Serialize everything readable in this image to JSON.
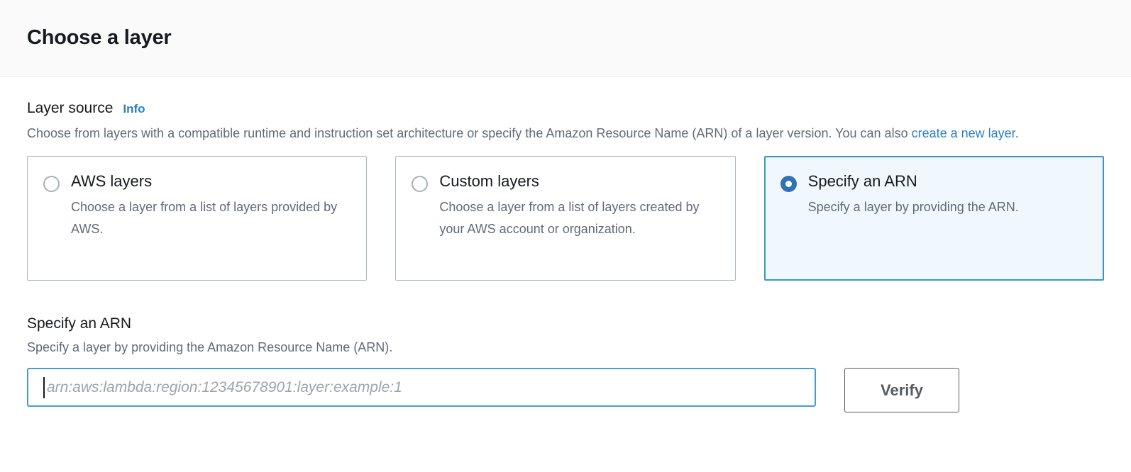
{
  "modal": {
    "title": "Choose a layer"
  },
  "layer_source": {
    "label": "Layer source",
    "info_link": "Info",
    "description_before": "Choose from layers with a compatible runtime and instruction set architecture or specify the Amazon Resource Name (ARN) of a layer version. You can also ",
    "description_link": "create a new layer",
    "description_after": ".",
    "options": [
      {
        "label": "AWS layers",
        "description": "Choose a layer from a list of layers provided by AWS.",
        "selected": false
      },
      {
        "label": "Custom layers",
        "description": "Choose a layer from a list of layers created by your AWS account or organization.",
        "selected": false
      },
      {
        "label": "Specify an ARN",
        "description": "Specify a layer by providing the ARN.",
        "selected": true
      }
    ]
  },
  "arn_section": {
    "title": "Specify an ARN",
    "description": "Specify a layer by providing the Amazon Resource Name (ARN).",
    "input_value": "",
    "input_placeholder": "arn:aws:lambda:region:12345678901:layer:example:1",
    "verify_label": "Verify"
  },
  "colors": {
    "accent_blue": "#2d7dc4",
    "selected_border": "#3b96c8",
    "selected_background": "#f1f8fd",
    "radio_selected": "#3071b9",
    "input_focus_border": "#45a0c9",
    "button_border": "#545b64",
    "text_primary": "#16191f",
    "text_secondary": "#5f6b7a",
    "tile_border": "#aab7b8",
    "header_background": "#fafafa"
  }
}
